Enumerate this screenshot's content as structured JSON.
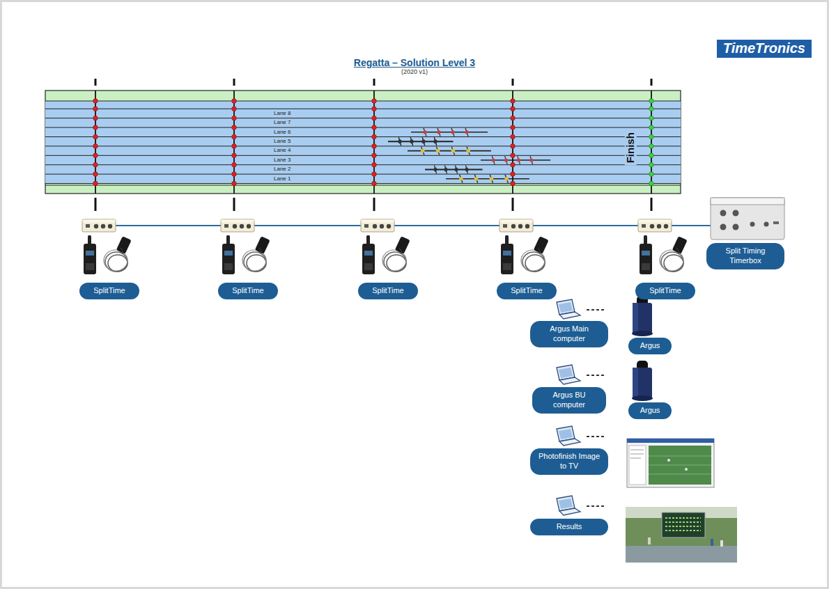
{
  "diagram": {
    "title": "Regatta – Solution Level 3",
    "nodes": [
      {
        "text": [
          "TimeTronics"
        ]
      },
      {
        "text": [
          "SplitTime"
        ]
      },
      {
        "text": [
          "SplitTime"
        ]
      },
      {
        "text": [
          "SplitTime"
        ]
      },
      {
        "text": [
          "SplitTime"
        ]
      },
      {
        "text": [
          "SplitTime"
        ]
      },
      {
        "text": [
          "Split Timing Timerbox"
        ]
      },
      {
        "text": [
          "Argus Main computer"
        ]
      },
      {
        "text": [
          "Argus"
        ]
      },
      {
        "text": [
          "Argus BU computer"
        ]
      },
      {
        "text": [
          "Argus"
        ]
      },
      {
        "text": [
          "Photofinish Image to TV"
        ]
      },
      {
        "text": [
          "Results"
        ]
      }
    ],
    "labels": [
      "(2020 v1)",
      "Lane 8",
      "Lane 7",
      "Lane 6",
      "Lane 5",
      "Lane 4",
      "Lane 3",
      "Lane 2",
      "Lane 1",
      "Finish"
    ]
  }
}
